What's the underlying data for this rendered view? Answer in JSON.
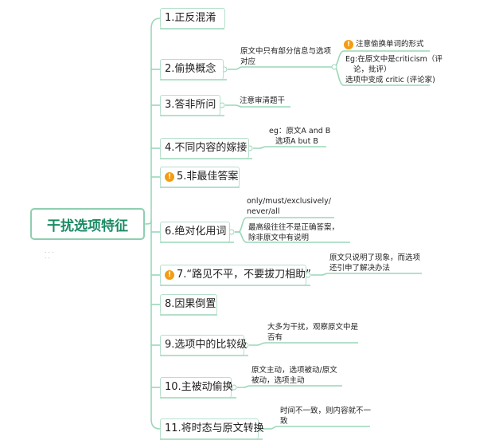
{
  "root": "干扰选项特征",
  "branches": [
    {
      "label": "1.正反混淆"
    },
    {
      "label": "2.偷换概念"
    },
    {
      "label": "3.答非所问"
    },
    {
      "label": "4.不同内容的嫁接"
    },
    {
      "label": "5.非最佳答案"
    },
    {
      "label": "6.绝对化用词"
    },
    {
      "label": "7.“路见不平，不要拔刀相助”"
    },
    {
      "label": "8.因果倒置"
    },
    {
      "label": "9.选项中的比较级"
    },
    {
      "label": "10.主被动偷换"
    },
    {
      "label": "11.将时态与原文转换"
    }
  ],
  "notes": {
    "b2_note": [
      "原文中只有部分信息与选项",
      "对应"
    ],
    "b2_sub_title": "注意偷换单词的形式",
    "b2_sub_lines": [
      "Eg:在原文中是criticism（评",
      "论，批评）",
      "选项中变成 critic (评论家)"
    ],
    "b3_note": "注意审清题干",
    "b4_note": [
      "eg：原文A and B",
      "选项A but B"
    ],
    "b6_note1": [
      "only/must/exclusively/",
      "never/all"
    ],
    "b6_note2": [
      "最高级往往不是正确答案，",
      "除非原文中有说明"
    ],
    "b7_note": [
      "原文只说明了现象，而选项",
      "还引申了解决办法"
    ],
    "b9_note": [
      "大多为干扰，观察原文中是",
      "否有"
    ],
    "b10_note": [
      "原文主动，选项被动/原文",
      "被动，选项主动"
    ],
    "b11_note": [
      "时间不一致，则内容就不一",
      "致"
    ]
  },
  "icons": {
    "warning": "warning-icon",
    "warning_glyph": "!"
  },
  "colors": {
    "line": "#9ad7b9",
    "root_border": "#8dcfb0",
    "root_text": "#1b8a65",
    "warning": "#f39c12"
  }
}
